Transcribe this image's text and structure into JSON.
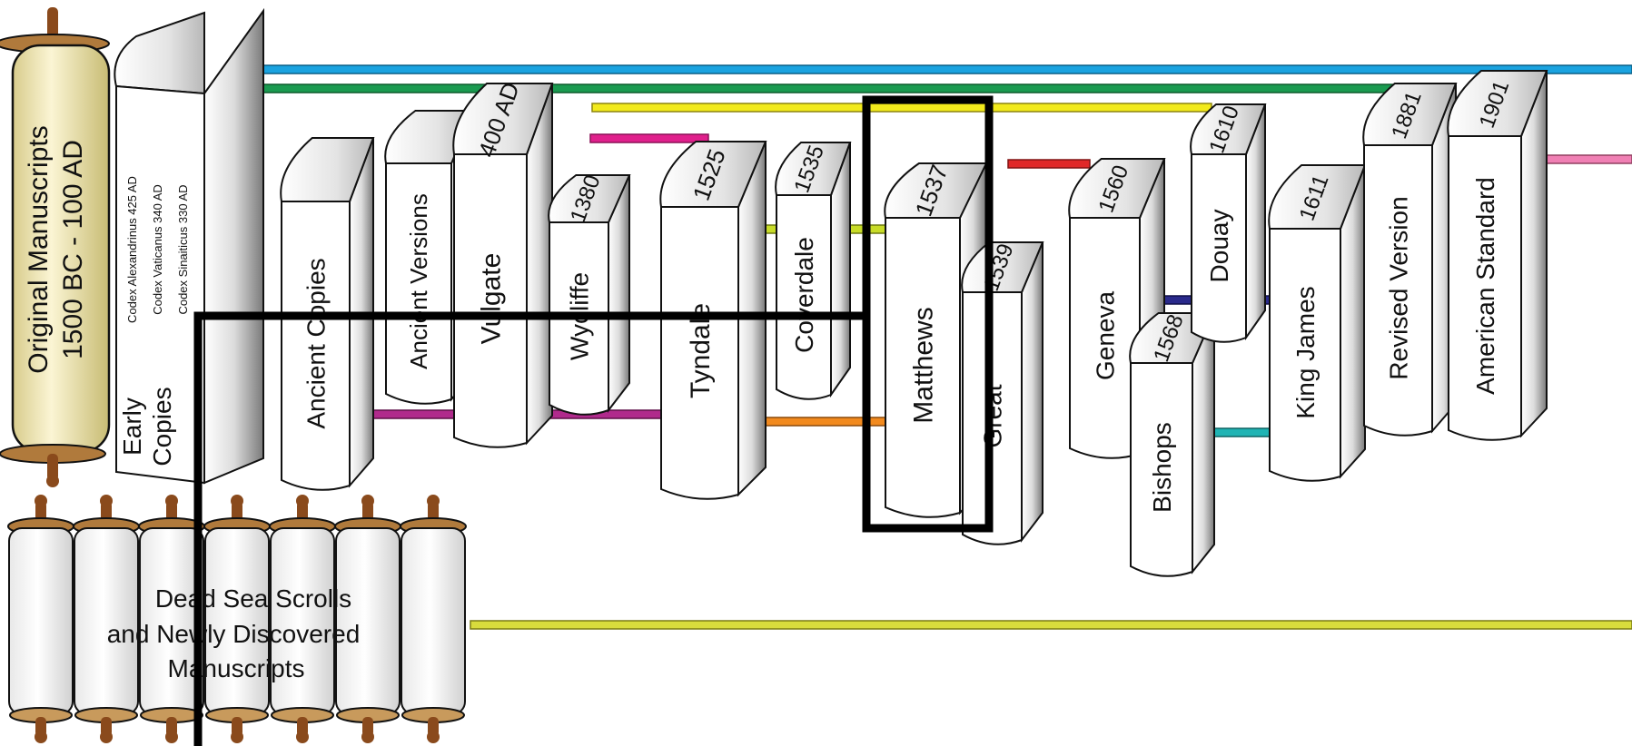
{
  "scroll": {
    "line1": "Original Manuscripts",
    "line2": "1500 BC - 100 AD"
  },
  "early_copies": {
    "label_line1": "Early",
    "label_line2": "Copies",
    "codices": [
      "Codex Alexandrinus  425 AD",
      "Codex Vaticanus  340 AD",
      "Codex Sinaiticus  330 AD"
    ]
  },
  "books": [
    {
      "name": "Ancient Copies",
      "year": ""
    },
    {
      "name": "Ancient Versions",
      "year": ""
    },
    {
      "name": "Vulgate",
      "year": "400 AD"
    },
    {
      "name": "Wycliffe",
      "year": "1380"
    },
    {
      "name": "Tyndale",
      "year": "1525"
    },
    {
      "name": "Coverdale",
      "year": "1535"
    },
    {
      "name": "Matthews",
      "year": "1537"
    },
    {
      "name": "Great",
      "year": "1539"
    },
    {
      "name": "Geneva",
      "year": "1560"
    },
    {
      "name": "Bishops",
      "year": "1568"
    },
    {
      "name": "Douay",
      "year": "1610"
    },
    {
      "name": "King James",
      "year": "1611"
    },
    {
      "name": "Revised Version",
      "year": "1881"
    },
    {
      "name": "American Standard",
      "year": "1901"
    }
  ],
  "dead_sea": {
    "line1": "Dead Sea Scrolls",
    "line2": "and Newly Discovered",
    "line3": "Manuscripts"
  },
  "colors": {
    "cyan_line": "#1aa3e0",
    "green_line": "#1a9a50",
    "yellow_line": "#f2ea1c",
    "magenta_line": "#e0208c",
    "purple_line": "#b02a8c",
    "lime_line": "#c8dc28",
    "orange_line": "#f28a1e",
    "red_line": "#e02828",
    "navy_line": "#2a2a8c",
    "teal_line": "#20b4b4",
    "pink_line": "#f080b4",
    "olive_line": "#d8dc3c",
    "scroll_fill": "#f5ecb8",
    "knob": "#8a4a1c",
    "highlight": "#000000"
  }
}
